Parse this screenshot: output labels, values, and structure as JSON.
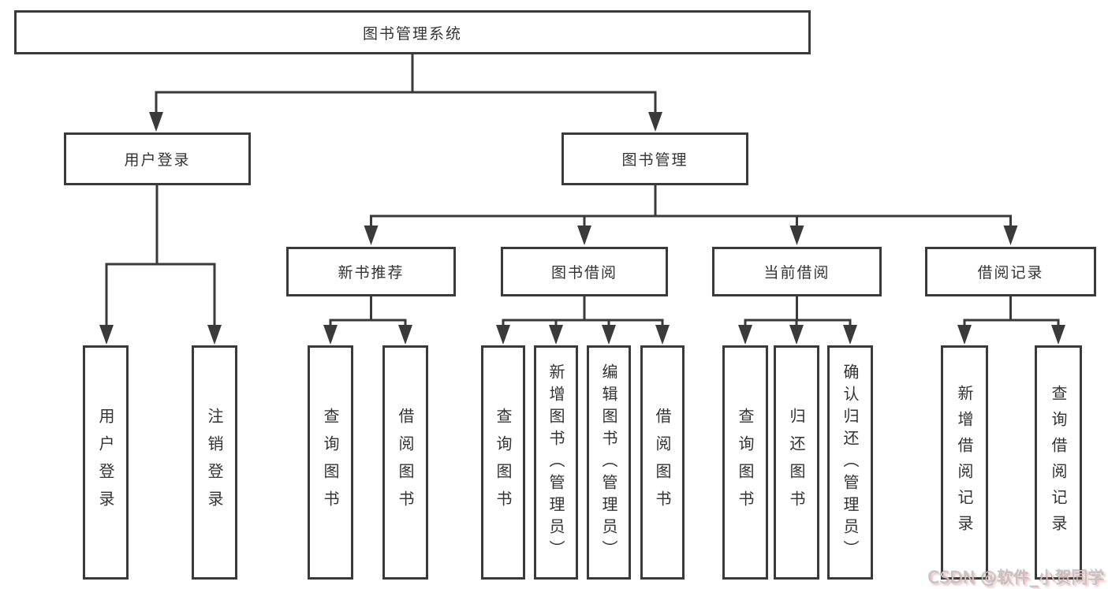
{
  "diagram": {
    "root": "图书管理系统",
    "branches": [
      {
        "label": "用户登录",
        "children": [
          "用户登录",
          "注销登录"
        ]
      },
      {
        "label": "图书管理",
        "children": [
          {
            "label": "新书推荐",
            "children": [
              "查询图书",
              "借阅图书"
            ]
          },
          {
            "label": "图书借阅",
            "children": [
              "查询图书",
              "新增图书（管理员）",
              "编辑图书（管理员）",
              "借阅图书"
            ]
          },
          {
            "label": "当前借阅",
            "children": [
              "查询图书",
              "归还图书",
              "确认归还（管理员）"
            ]
          },
          {
            "label": "借阅记录",
            "children": [
              "新增借阅记录",
              "查询借阅记录"
            ]
          }
        ]
      }
    ]
  },
  "colors": {
    "line": "#3a3a3a",
    "text": "#333333",
    "background": "#ffffff"
  },
  "watermark": "CSDN @软件_小贺同学"
}
